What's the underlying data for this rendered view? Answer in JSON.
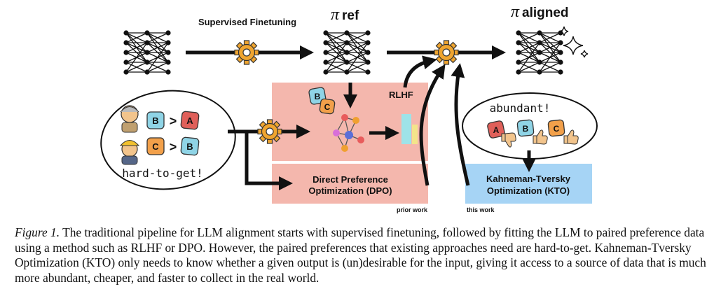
{
  "diagram": {
    "sft_label": "Supervised Finetuning",
    "pi_symbol": "π",
    "pi_ref_sub": "ref",
    "pi_aligned_sub": "aligned",
    "rlhf_label": "RLHF",
    "dpo_label_line1": "Direct Preference",
    "dpo_label_line2": "Optimization (DPO)",
    "kto_label_line1": "Kahneman-Tversky",
    "kto_label_line2": "Optimization (KTO)",
    "hard_to_get": "hard-to-get!",
    "abundant": "abundant!",
    "prior_work": "prior work",
    "this_work": "this work",
    "compare_symbol": ">",
    "cards": {
      "a": "A",
      "b": "B",
      "c": "C"
    },
    "colors": {
      "card_a": "#e0605a",
      "card_b": "#8fd4e6",
      "card_c": "#f2a04a",
      "dpo_panel": "#f4b7ad",
      "kto_panel": "#a6d4f5",
      "rlhf_bar_cyan": "#9ee3e8",
      "rlhf_bar_yellow": "#f3e48a",
      "gear": "#f0a52f"
    },
    "icons": [
      "neural-network-icon",
      "gear-icon",
      "sparkle-icon",
      "thumbs-up-icon",
      "thumbs-down-icon",
      "graph-node-icon",
      "person-icon"
    ]
  },
  "caption": {
    "figure_label": "Figure 1.",
    "text": " The traditional pipeline for LLM alignment starts with supervised finetuning, followed by fitting the LLM to paired preference data using a method such as RLHF or DPO. However, the paired preferences that existing approaches need are hard-to-get. Kahneman-Tversky Optimization (KTO) only needs to know whether a given output is (un)desirable for the input, giving it access to a source of data that is much more abundant, cheaper, and faster to collect in the real world."
  }
}
